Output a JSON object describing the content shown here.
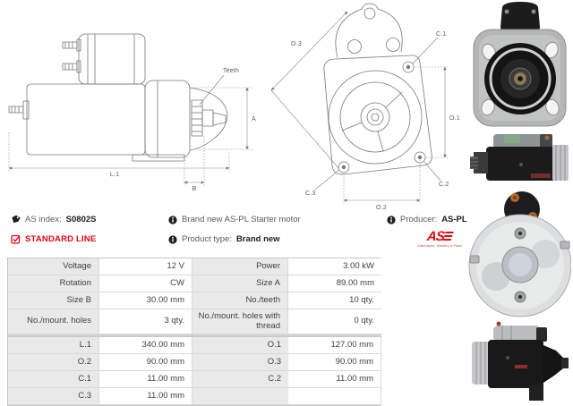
{
  "info": {
    "as_index_label": "AS index:",
    "as_index_value": "S0802S",
    "standard_line_label": "STANDARD LINE",
    "description": "Brand new AS-PL Starter motor",
    "product_type_label": "Product type:",
    "product_type_value": "Brand new",
    "producer_label": "Producer:",
    "producer_value": "AS-PL",
    "logo_text": "AS",
    "logo_tagline": "Alternators, Starters & Parts"
  },
  "drawings": {
    "side_view": {
      "teeth": "Teeth",
      "a": "A",
      "l1": "L.1",
      "b": "B"
    },
    "front_view": {
      "o1": "O.1",
      "o2": "O.2",
      "o3": "O.3",
      "c1": "C.1",
      "c2": "C.2",
      "c3": "C.3"
    }
  },
  "spec_table": {
    "rows": [
      {
        "c0": "Voltage",
        "c1": "12 V",
        "c2": "Power",
        "c3": "3.00 kW"
      },
      {
        "c0": "Rotation",
        "c1": "CW",
        "c2": "Size A",
        "c3": "89.00 mm"
      },
      {
        "c0": "Size B",
        "c1": "30.00 mm",
        "c2": "No./teeth",
        "c3": "10 qty."
      },
      {
        "c0": "No./mount. holes",
        "c1": "3 qty.",
        "c2": "No./mount. holes with thread",
        "c3": "0 qty."
      },
      {
        "c0": "L.1",
        "c1": "340.00 mm",
        "c2": "O.1",
        "c3": "127.00 mm"
      },
      {
        "c0": "O.2",
        "c1": "90.00 mm",
        "c2": "O.3",
        "c3": "90.00 mm"
      },
      {
        "c0": "C.1",
        "c1": "11.00 mm",
        "c2": "C.2",
        "c3": "11.00 mm"
      },
      {
        "c0": "C.3",
        "c1": "11.00 mm",
        "c2": "",
        "c3": ""
      }
    ]
  },
  "colors": {
    "brand_red": "#e30613",
    "table_label_bg": "#e9e9e9"
  }
}
